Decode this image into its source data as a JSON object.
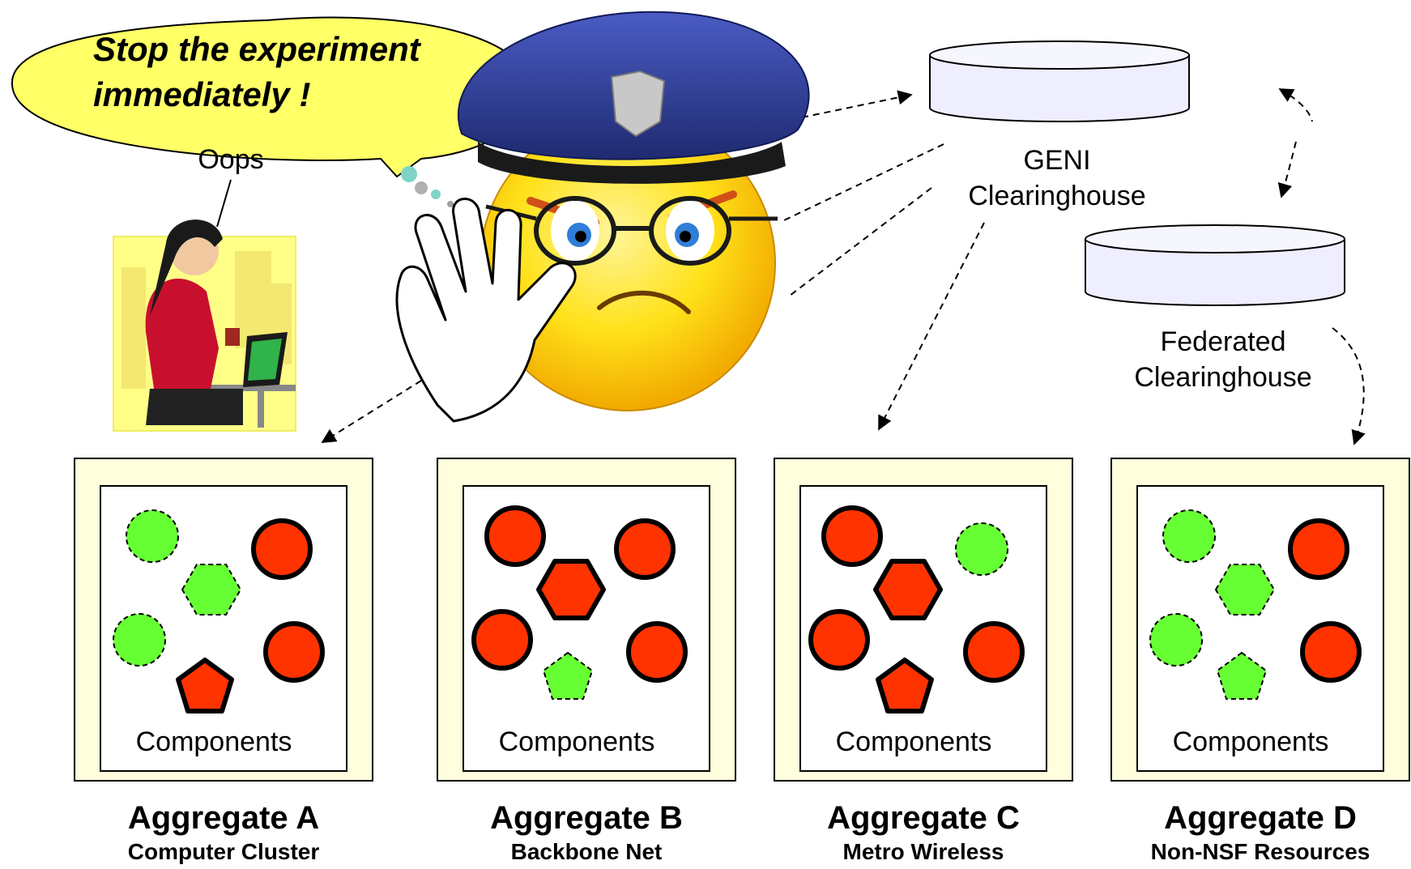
{
  "speech": {
    "line1": "Stop the experiment",
    "line2": "immediately !"
  },
  "oops_label": "Oops",
  "clearinghouses": {
    "geni": {
      "line1": "GENI",
      "line2": "Clearinghouse"
    },
    "federated": {
      "line1": "Federated",
      "line2": "Clearinghouse"
    }
  },
  "aggregates": [
    {
      "name": "Aggregate A",
      "subtitle": "Computer Cluster",
      "components_label": "Components"
    },
    {
      "name": "Aggregate B",
      "subtitle": "Backbone Net",
      "components_label": "Components"
    },
    {
      "name": "Aggregate C",
      "subtitle": "Metro Wireless",
      "components_label": "Components"
    },
    {
      "name": "Aggregate D",
      "subtitle": "Non-NSF Resources",
      "components_label": "Components"
    }
  ],
  "colors": {
    "active_red": "#ff3300",
    "idle_green": "#66ff33",
    "panel_cream": "#ffffdd",
    "cylinder_lavender": "#eeeeff",
    "speech_yellow": "#ffff66",
    "cap_blue": "#2b3a8f",
    "face_yellow": "#ffe21a"
  },
  "icons": {
    "police_face": "angry-police-emoticon-icon",
    "researcher": "woman-at-laptop-icon",
    "database": "database-cylinder-icon"
  }
}
